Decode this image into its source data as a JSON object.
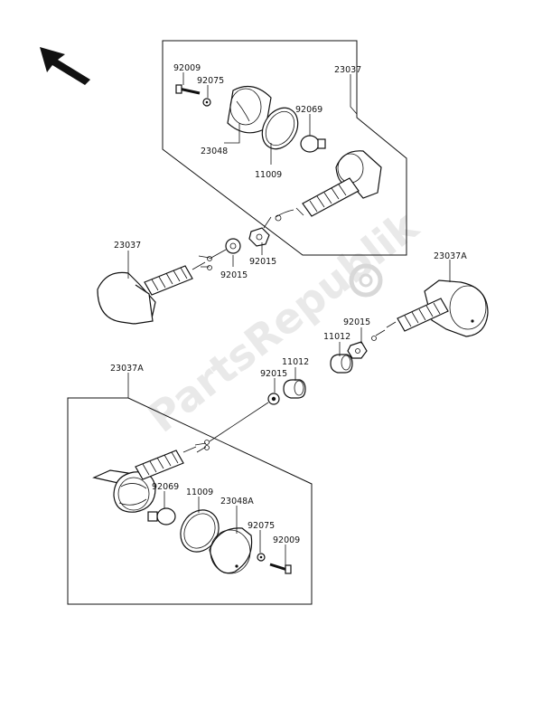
{
  "watermark": "PartsRepublik",
  "labels": {
    "top_92009": "92009",
    "top_92075": "92075",
    "top_23037": "23037",
    "top_92069": "92069",
    "top_23048": "23048",
    "top_11009": "11009",
    "mid_23037": "23037",
    "mid_92015_a": "92015",
    "mid_92015_b": "92015",
    "right_23037A": "23037A",
    "right_92015": "92015",
    "right_11012": "11012",
    "center_11012": "11012",
    "center_92015": "92015",
    "bottom_23037A": "23037A",
    "bottom_92069": "92069",
    "bottom_11009": "11009",
    "bottom_23048A": "23048A",
    "bottom_92075": "92075",
    "bottom_92009": "92009"
  }
}
